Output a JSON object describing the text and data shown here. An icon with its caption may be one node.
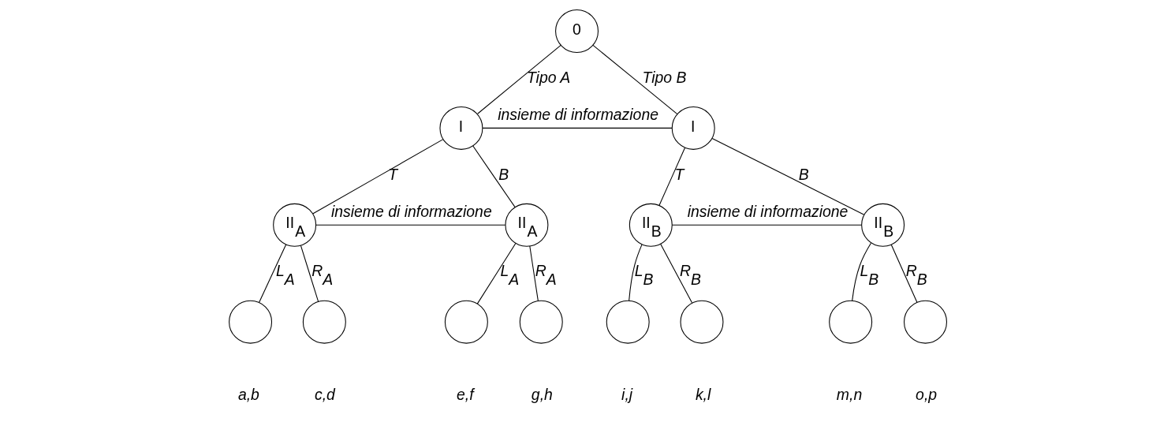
{
  "diagram": {
    "nodes": [
      {
        "text": [
          "0"
        ]
      },
      {
        "text": [
          "I"
        ]
      },
      {
        "text": [
          "I"
        ]
      },
      {
        "text": [
          "II$_{A}$"
        ]
      },
      {
        "text": [
          "II$_{A}$"
        ]
      },
      {
        "text": [
          "II$_{B}$"
        ]
      },
      {
        "text": [
          "II$_{B}$"
        ]
      },
      {
        "text": [],
        "shape": "circle",
        "beside": [
          "a,b"
        ]
      },
      {
        "text": [],
        "shape": "circle",
        "beside": [
          "c,d"
        ]
      },
      {
        "text": [],
        "shape": "circle",
        "beside": [
          "e,f"
        ]
      },
      {
        "text": [],
        "shape": "circle",
        "beside": [
          "g,h"
        ]
      },
      {
        "text": [],
        "shape": "circle",
        "beside": [
          "i,j"
        ]
      },
      {
        "text": [],
        "shape": "circle",
        "beside": [
          "k,l"
        ]
      },
      {
        "text": [],
        "shape": "circle",
        "beside": [
          "m,n"
        ]
      },
      {
        "text": [],
        "shape": "circle",
        "beside": [
          "o,p"
        ]
      }
    ],
    "edges": [
      {
        "from": 0,
        "to": 1,
        "arrow": "none",
        "label": "Tipo A"
      },
      {
        "from": 0,
        "to": 2,
        "arrow": "none",
        "label": "Tipo B"
      },
      {
        "from": 1,
        "to": 2,
        "arrow": "none",
        "label": "insieme di informazione"
      },
      {
        "from": 1,
        "to": 3,
        "arrow": "none",
        "label": "T"
      },
      {
        "from": 1,
        "to": 4,
        "arrow": "none",
        "label": "B"
      },
      {
        "from": 3,
        "to": 4,
        "arrow": "none",
        "label": "insieme di informazione"
      },
      {
        "from": 2,
        "to": 5,
        "arrow": "none",
        "label": "T"
      },
      {
        "from": 2,
        "to": 6,
        "arrow": "none",
        "label": "B"
      },
      {
        "from": 5,
        "to": 6,
        "arrow": "none",
        "label": "insieme di informazione"
      },
      {
        "from": 3,
        "to": 7,
        "arrow": "none",
        "label": "L$_{A}$"
      },
      {
        "from": 3,
        "to": 8,
        "arrow": "none",
        "label": "R$_{A}$"
      },
      {
        "from": 4,
        "to": 9,
        "arrow": "none",
        "label": "L$_{A}$"
      },
      {
        "from": 4,
        "to": 10,
        "arrow": "none",
        "label": "R$_{A}$"
      },
      {
        "from": 5,
        "to": 11,
        "arrow": "none",
        "label": "L$_{B}$"
      },
      {
        "from": 5,
        "to": 12,
        "arrow": "none",
        "label": "R$_{B}$"
      },
      {
        "from": 6,
        "to": 13,
        "arrow": "none",
        "label": "L$_{B}$"
      },
      {
        "from": 6,
        "to": 14,
        "arrow": "none",
        "label": "R$_{B}$"
      }
    ]
  }
}
